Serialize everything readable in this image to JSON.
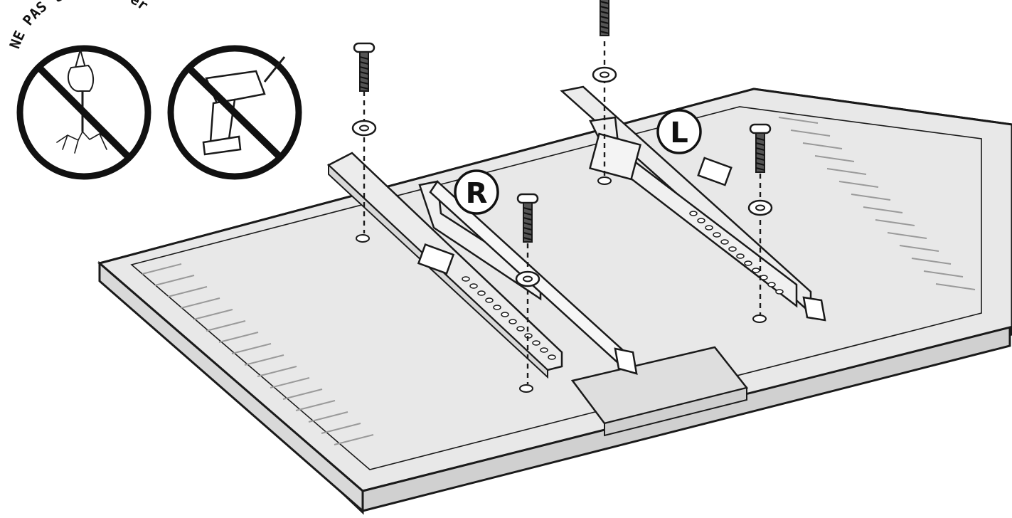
{
  "warning": {
    "caption": "NE PAS trop serrer"
  },
  "labels": {
    "right_bracket": "R",
    "left_bracket": "L"
  },
  "icons": {
    "no_overtighten": "no-screwdriver-overtighten-icon",
    "no_power_drill": "no-power-drill-icon",
    "screw": "screw-icon",
    "washer": "washer-icon"
  },
  "colors": {
    "line": "#1a1a1a",
    "tv_fill": "#e6e6e6",
    "tv_side": "#d4d4d4",
    "background": "#ffffff"
  }
}
